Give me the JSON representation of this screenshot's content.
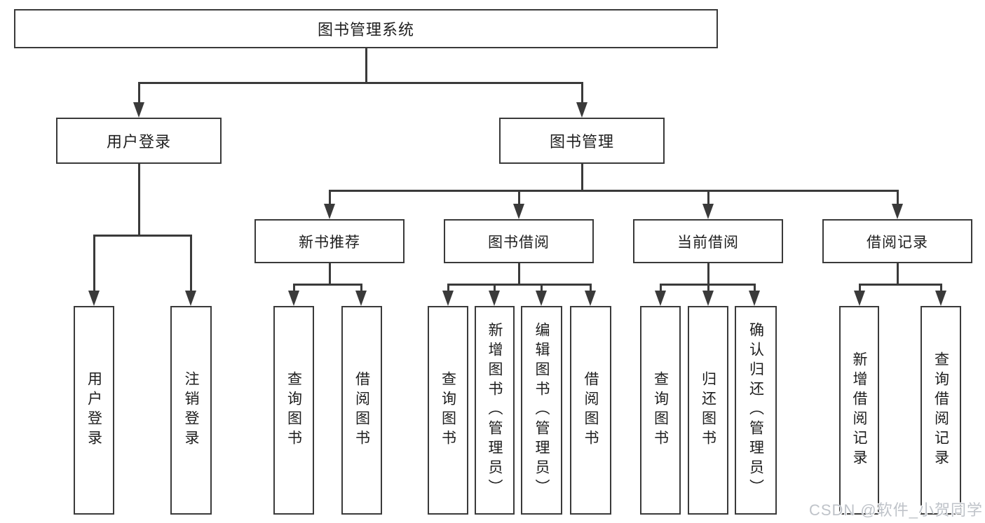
{
  "tree": {
    "label": "图书管理系统",
    "children": [
      {
        "label": "用户登录",
        "children": [
          {
            "label": "用户登录"
          },
          {
            "label": "注销登录"
          }
        ]
      },
      {
        "label": "图书管理",
        "children": [
          {
            "label": "新书推荐",
            "children": [
              {
                "label": "查询图书"
              },
              {
                "label": "借阅图书"
              }
            ]
          },
          {
            "label": "图书借阅",
            "children": [
              {
                "label": "查询图书"
              },
              {
                "label": "新增图书（管理员）"
              },
              {
                "label": "编辑图书（管理员）"
              },
              {
                "label": "借阅图书"
              }
            ]
          },
          {
            "label": "当前借阅",
            "children": [
              {
                "label": "查询图书"
              },
              {
                "label": "归还图书"
              },
              {
                "label": "确认归还（管理员）"
              }
            ]
          },
          {
            "label": "借阅记录",
            "children": [
              {
                "label": "新增借阅记录"
              },
              {
                "label": "查询借阅记录"
              }
            ]
          }
        ]
      }
    ]
  },
  "watermark": {
    "text": "CSDN @软件_小贺同学"
  },
  "colors": {
    "line": "#3a3a3a",
    "text": "#1e1e1e",
    "box_bg": "#ffffff",
    "watermark": "#bfc3c9"
  }
}
